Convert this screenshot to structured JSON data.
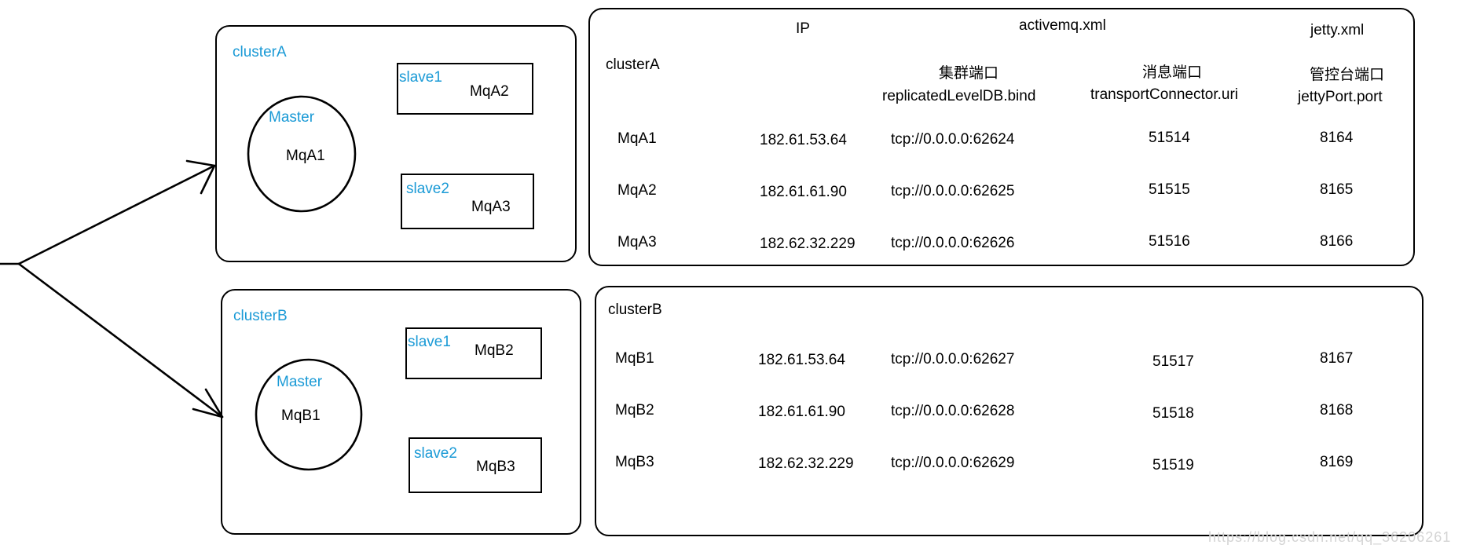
{
  "diagram": {
    "clusterA": {
      "label": "clusterA",
      "master_label": "Master",
      "master_node": "MqA1",
      "slave1_label": "slave1",
      "slave1_node": "MqA2",
      "slave2_label": "slave2",
      "slave2_node": "MqA3"
    },
    "clusterB": {
      "label": "clusterB",
      "master_label": "Master",
      "master_node": "MqB1",
      "slave1_label": "slave1",
      "slave1_node": "MqB2",
      "slave2_label": "slave2",
      "slave2_node": "MqB3"
    }
  },
  "table": {
    "col_ip": "IP",
    "group_activemq": "activemq.xml",
    "group_jetty": "jetty.xml",
    "col_cluster_port": "集群端口",
    "col_cluster_port_key": "replicatedLevelDB.bind",
    "col_msg_port": "消息端口",
    "col_msg_port_key": "transportConnector.uri",
    "col_console_port": "管控台端口",
    "col_console_port_key": "jettyPort.port",
    "clusterA": {
      "label": "clusterA",
      "rows": [
        {
          "name": "MqA1",
          "ip": "182.61.53.64",
          "bind": "tcp://0.0.0.0:62624",
          "uri": "51514",
          "jetty": "8164"
        },
        {
          "name": "MqA2",
          "ip": "182.61.61.90",
          "bind": "tcp://0.0.0.0:62625",
          "uri": "51515",
          "jetty": "8165"
        },
        {
          "name": "MqA3",
          "ip": "182.62.32.229",
          "bind": "tcp://0.0.0.0:62626",
          "uri": "51516",
          "jetty": "8166"
        }
      ]
    },
    "clusterB": {
      "label": "clusterB",
      "rows": [
        {
          "name": "MqB1",
          "ip": "182.61.53.64",
          "bind": "tcp://0.0.0.0:62627",
          "uri": "51517",
          "jetty": "8167"
        },
        {
          "name": "MqB2",
          "ip": "182.61.61.90",
          "bind": "tcp://0.0.0.0:62628",
          "uri": "51518",
          "jetty": "8168"
        },
        {
          "name": "MqB3",
          "ip": "182.62.32.229",
          "bind": "tcp://0.0.0.0:62629",
          "uri": "51519",
          "jetty": "8169"
        }
      ]
    }
  },
  "watermark": "https://blog.csdn.net/qq_36206261"
}
